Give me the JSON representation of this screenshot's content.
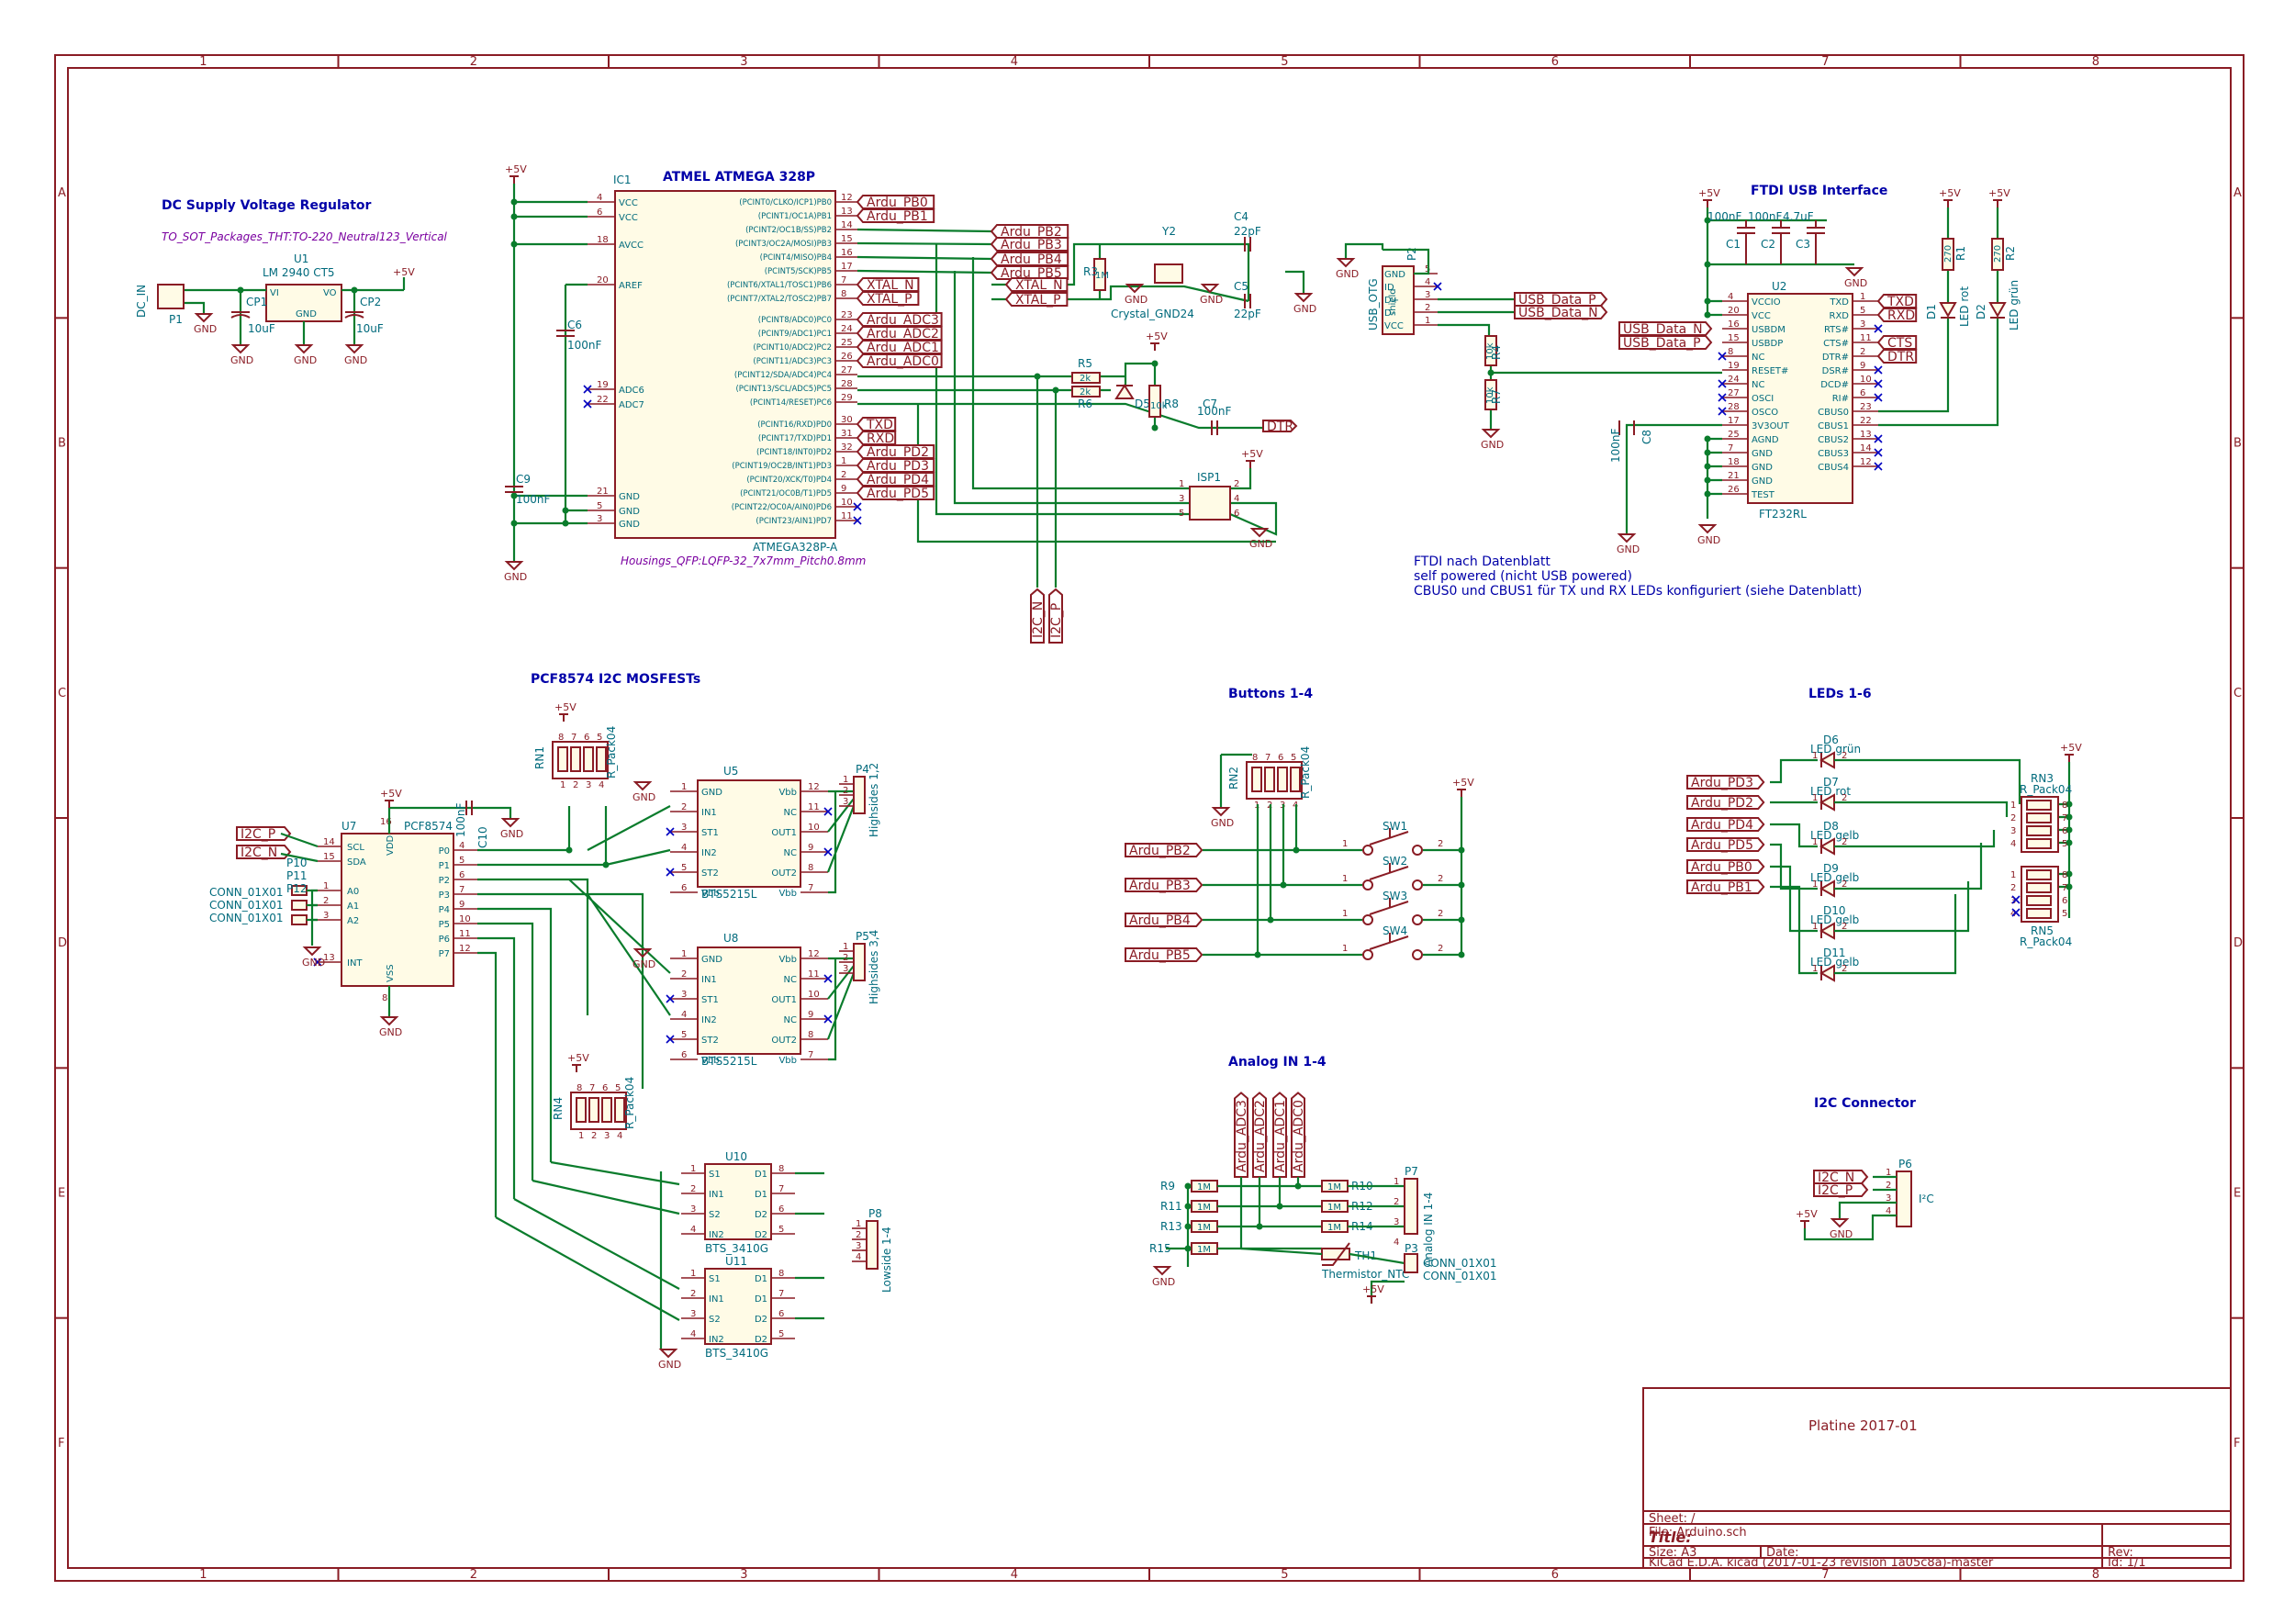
{
  "grid": {
    "columns": [
      "1",
      "2",
      "3",
      "4",
      "5",
      "6",
      "7",
      "8"
    ],
    "rows": [
      "A",
      "B",
      "C",
      "D",
      "E",
      "F"
    ]
  },
  "sections": {
    "regulator": "DC Supply Voltage Regulator",
    "atmega": "ATMEL ATMEGA 328P",
    "ftdi": "FTDI USB Interface",
    "pcf": "PCF8574 I2C MOSFESTs",
    "buttons": "Buttons 1-4",
    "leds": "LEDs 1-6",
    "analog": "Analog IN 1-4",
    "i2c": "I2C Connector"
  },
  "regulator": {
    "footprint": "TO_SOT_Packages_THT:TO-220_Neutral123_Vertical",
    "u1_ref": "U1",
    "u1_value": "LM 2940 CT5",
    "vi": "VI",
    "vo": "VO",
    "gnd": "GND",
    "p1": "P1",
    "dcin": "DC_IN",
    "cp1": "CP1",
    "cp2": "CP2",
    "cap1": "10uF",
    "cap2": "10uF",
    "plus5v": "+5V"
  },
  "atmega": {
    "ref": "IC1",
    "value": "ATMEGA328P-A",
    "footprint": "Housings_QFP:LQFP-32_7x7mm_Pitch0.8mm",
    "left_pins": [
      {
        "num": "4",
        "name": "VCC"
      },
      {
        "num": "6",
        "name": "VCC"
      },
      {
        "num": "18",
        "name": "AVCC"
      },
      {
        "num": "20",
        "name": "AREF"
      },
      {
        "num": "19",
        "name": "ADC6"
      },
      {
        "num": "22",
        "name": "ADC7"
      },
      {
        "num": "21",
        "name": "GND"
      },
      {
        "num": "5",
        "name": "GND"
      },
      {
        "num": "3",
        "name": "GND"
      }
    ],
    "right_pins": [
      {
        "num": "12",
        "name": "(PCINT0/CLKO/ICP1)PB0",
        "label": "Ardu_PB0"
      },
      {
        "num": "13",
        "name": "(PCINT1/OC1A)PB1",
        "label": "Ardu_PB1"
      },
      {
        "num": "14",
        "name": "(PCINT2/OC1B/SS)PB2",
        "label": ""
      },
      {
        "num": "15",
        "name": "(PCINT3/OC2A/MOSI)PB3",
        "label": ""
      },
      {
        "num": "16",
        "name": "(PCINT4/MISO)PB4",
        "label": ""
      },
      {
        "num": "17",
        "name": "(PCINT5/SCK)PB5",
        "label": ""
      },
      {
        "num": "7",
        "name": "(PCINT6/XTAL1/TOSC1)PB6",
        "label": "XTAL_N"
      },
      {
        "num": "8",
        "name": "(PCINT7/XTAL2/TOSC2)PB7",
        "label": "XTAL_P"
      },
      {
        "num": "23",
        "name": "(PCINT8/ADC0)PC0",
        "label": "Ardu_ADC3"
      },
      {
        "num": "24",
        "name": "(PCINT9/ADC1)PC1",
        "label": "Ardu_ADC2"
      },
      {
        "num": "25",
        "name": "(PCINT10/ADC2)PC2",
        "label": "Ardu_ADC1"
      },
      {
        "num": "26",
        "name": "(PCINT11/ADC3)PC3",
        "label": "Ardu_ADC0"
      },
      {
        "num": "27",
        "name": "(PCINT12/SDA/ADC4)PC4",
        "label": ""
      },
      {
        "num": "28",
        "name": "(PCINT13/SCL/ADC5)PC5",
        "label": ""
      },
      {
        "num": "29",
        "name": "(PCINT14/RESET)PC6",
        "label": ""
      },
      {
        "num": "30",
        "name": "(PCINT16/RXD)PD0",
        "label": "TXD"
      },
      {
        "num": "31",
        "name": "(PCINT17/TXD)PD1",
        "label": "RXD"
      },
      {
        "num": "32",
        "name": "(PCINT18/INT0)PD2",
        "label": "Ardu_PD2"
      },
      {
        "num": "1",
        "name": "(PCINT19/OC2B/INT1)PD3",
        "label": "Ardu_PD3"
      },
      {
        "num": "2",
        "name": "(PCINT20/XCK/T0)PD4",
        "label": "Ardu_PD4"
      },
      {
        "num": "9",
        "name": "(PCINT21/OC0B/T1)PD5",
        "label": "Ardu_PD5"
      },
      {
        "num": "10",
        "name": "(PCINT22/OC0A/AIN0)PD6",
        "label": ""
      },
      {
        "num": "11",
        "name": "(PCINT23/AIN1)PD7",
        "label": ""
      }
    ],
    "pb_labels": [
      "Ardu_PB2",
      "Ardu_PB3",
      "Ardu_PB4",
      "Ardu_PB5"
    ],
    "xtal_labels": [
      "XTAL_N",
      "XTAL_P"
    ],
    "i2c_labels": [
      "I2C_N",
      "I2C_P"
    ],
    "c6": "C6",
    "c6v": "100nF",
    "c9": "C9",
    "c9v": "100nF",
    "y2": "Y2",
    "y2v": "Crystal_GND24",
    "c4": "C4",
    "c4v": "22pF",
    "c5": "C5",
    "c5v": "22pF",
    "r3": "R3",
    "r3v": "1M",
    "r5": "R5",
    "r5v": "2k",
    "r6": "R6",
    "r6v": "2k",
    "d5": "D5",
    "r8": "R8",
    "r8v": "10k",
    "c7": "C7",
    "c7v": "100nF",
    "dtr": "DTR",
    "isp1": "ISP1"
  },
  "ftdi": {
    "ref": "U2",
    "value": "FT232RL",
    "p2": "P2",
    "usb_otg": "USB_OTG",
    "usb_pins": [
      "GND",
      "ID",
      "D+",
      "D-",
      "VCC"
    ],
    "usb_nums": [
      "5",
      "4",
      "3",
      "2",
      "1"
    ],
    "shield": "shield",
    "usb_labels": [
      "USB_Data_P",
      "USB_Data_N"
    ],
    "left_pins": [
      {
        "num": "4",
        "name": "VCCIO"
      },
      {
        "num": "20",
        "name": "VCC"
      },
      {
        "num": "16",
        "name": "USBDM",
        "label": "USB_Data_N"
      },
      {
        "num": "15",
        "name": "USBDP",
        "label": "USB_Data_P"
      },
      {
        "num": "8",
        "name": "NC"
      },
      {
        "num": "19",
        "name": "RESET#"
      },
      {
        "num": "24",
        "name": "NC"
      },
      {
        "num": "27",
        "name": "OSCI"
      },
      {
        "num": "28",
        "name": "OSCO"
      },
      {
        "num": "17",
        "name": "3V3OUT"
      },
      {
        "num": "25",
        "name": "AGND"
      },
      {
        "num": "7",
        "name": "GND"
      },
      {
        "num": "18",
        "name": "GND"
      },
      {
        "num": "21",
        "name": "GND"
      },
      {
        "num": "26",
        "name": "TEST"
      }
    ],
    "right_pins": [
      {
        "num": "1",
        "name": "TXD",
        "label": "TXD"
      },
      {
        "num": "5",
        "name": "RXD",
        "label": "RXD"
      },
      {
        "num": "3",
        "name": "RTS#"
      },
      {
        "num": "11",
        "name": "CTS#",
        "label": "CTS"
      },
      {
        "num": "2",
        "name": "DTR#",
        "label": "DTR"
      },
      {
        "num": "9",
        "name": "DSR#"
      },
      {
        "num": "10",
        "name": "DCD#"
      },
      {
        "num": "6",
        "name": "RI#"
      },
      {
        "num": "23",
        "name": "CBUS0"
      },
      {
        "num": "22",
        "name": "CBUS1"
      },
      {
        "num": "13",
        "name": "CBUS2"
      },
      {
        "num": "14",
        "name": "CBUS3"
      },
      {
        "num": "12",
        "name": "CBUS4"
      }
    ],
    "caps": [
      {
        "ref": "C1",
        "val": "100nF"
      },
      {
        "ref": "C2",
        "val": "100nF"
      },
      {
        "ref": "C3",
        "val": "4.7uF"
      }
    ],
    "c8": "C8",
    "c8v": "100nF",
    "r4": "R4",
    "r4v": "10k",
    "r7": "R7",
    "r7v": "10k",
    "r1": "R1",
    "r1v": "270",
    "r2": "R2",
    "r2v": "270",
    "d1": "D1",
    "d1v": "LED rot",
    "d2": "D2",
    "d2v": "LED grün",
    "note_lines": [
      "FTDI nach Datenblatt",
      "self powered (nicht USB powered)",
      "CBUS0 und CBUS1 für TX und RX LEDs konfiguriert (siehe Datenblatt)"
    ]
  },
  "pcf": {
    "u7": "U7",
    "u7v": "PCF8574",
    "left_pins": [
      {
        "num": "14",
        "name": "SCL",
        "label": "I2C_P"
      },
      {
        "num": "15",
        "name": "SDA",
        "label": "I2C_N"
      },
      {
        "num": "1",
        "name": "A0"
      },
      {
        "num": "2",
        "name": "A1"
      },
      {
        "num": "3",
        "name": "A2"
      },
      {
        "num": "13",
        "name": "INT"
      }
    ],
    "right_pins": [
      {
        "num": "4",
        "name": "P0"
      },
      {
        "num": "5",
        "name": "P1"
      },
      {
        "num": "6",
        "name": "P2"
      },
      {
        "num": "7",
        "name": "P3"
      },
      {
        "num": "9",
        "name": "P4"
      },
      {
        "num": "10",
        "name": "P5"
      },
      {
        "num": "11",
        "name": "P6"
      },
      {
        "num": "12",
        "name": "P7"
      }
    ],
    "vdd": "VDD",
    "vdd_num": "16",
    "vss": "VSS",
    "vss_num": "8",
    "c10": "C10",
    "c10v": "100nF",
    "p10": "P10",
    "p11": "P11",
    "p12": "P12",
    "conn": [
      "CONN_01X01",
      "CONN_01X01",
      "CONN_01X01"
    ],
    "rn1": "RN1",
    "rn4": "RN4",
    "rpack": "R_Pack04",
    "u5": "U5",
    "u8": "U8",
    "bts5215": "BTS5215L",
    "bts_pins_left": [
      {
        "num": "1",
        "name": "GND"
      },
      {
        "num": "2",
        "name": "IN1"
      },
      {
        "num": "3",
        "name": "ST1"
      },
      {
        "num": "4",
        "name": "IN2"
      },
      {
        "num": "5",
        "name": "ST2"
      },
      {
        "num": "6",
        "name": "Vbb"
      }
    ],
    "bts_pins_right": [
      {
        "num": "12",
        "name": "Vbb"
      },
      {
        "num": "11",
        "name": "NC"
      },
      {
        "num": "10",
        "name": "OUT1"
      },
      {
        "num": "9",
        "name": "NC"
      },
      {
        "num": "8",
        "name": "OUT2"
      },
      {
        "num": "7",
        "name": "Vbb"
      }
    ],
    "p4": "P4",
    "p4v": "Highsides 1,2",
    "p5": "P5",
    "p5v": "Highsides 3,4",
    "u10": "U10",
    "u11": "U11",
    "bts3410": "BTS_3410G",
    "bts3_left": [
      {
        "num": "1",
        "name": "S1"
      },
      {
        "num": "2",
        "name": "IN1"
      },
      {
        "num": "3",
        "name": "S2"
      },
      {
        "num": "4",
        "name": "IN2"
      }
    ],
    "bts3_right": [
      {
        "num": "8",
        "name": "D1"
      },
      {
        "num": "7",
        "name": "D1"
      },
      {
        "num": "6",
        "name": "D2"
      },
      {
        "num": "5",
        "name": "D2"
      }
    ],
    "p8": "P8",
    "p8v": "Lowside 1-4"
  },
  "buttons": {
    "rn2": "RN2",
    "rpack": "R_Pack04",
    "labels": [
      "Ardu_PB2",
      "Ardu_PB3",
      "Ardu_PB4",
      "Ardu_PB5"
    ],
    "switches": [
      "SW1",
      "SW2",
      "SW3",
      "SW4"
    ]
  },
  "leds": {
    "labels": [
      "Ardu_PD3",
      "Ardu_PD2",
      "Ardu_PD4",
      "Ardu_PD5",
      "Ardu_PB0",
      "Ardu_PB1"
    ],
    "diodes": [
      {
        "ref": "D6",
        "val": "LED grün"
      },
      {
        "ref": "D7",
        "val": "LED rot"
      },
      {
        "ref": "D8",
        "val": "LED gelb"
      },
      {
        "ref": "D9",
        "val": "LED gelb"
      },
      {
        "ref": "D10",
        "val": "LED gelb"
      },
      {
        "ref": "D11",
        "val": "LED gelb"
      }
    ],
    "rn3": "RN3",
    "rn5": "RN5",
    "rpack": "R_Pack04"
  },
  "analog": {
    "labels": [
      "Ardu_ADC3",
      "Ardu_ADC2",
      "Ardu_ADC1",
      "Ardu_ADC0"
    ],
    "left_res": [
      "R9",
      "R11",
      "R13",
      "R15"
    ],
    "right_res": [
      "R10",
      "R12",
      "R14"
    ],
    "rval": "1M",
    "p7": "P7",
    "p7v": "Analog IN 1-4",
    "p3": "P3",
    "p3v": "CONN_01X01",
    "p9v": "CONN_01X01",
    "th1": "TH1",
    "th1v": "Thermistor_NTC"
  },
  "i2c": {
    "labels": [
      "I2C_N",
      "I2C_P"
    ],
    "p6": "P6",
    "p6v": "I²C"
  },
  "power": {
    "vcc": "+5V",
    "gnd": "GND"
  },
  "title_block": {
    "project": "Platine 2017-01",
    "sheet": "Sheet: /",
    "file": "File: Arduino.sch",
    "title": "Title:",
    "size": "Size: A3",
    "date": "Date:",
    "rev": "Rev:",
    "tool": "KiCad E.D.A.  kicad (2017-01-23 revision 1a05c8a)-master",
    "id": "Id: 1/1"
  }
}
